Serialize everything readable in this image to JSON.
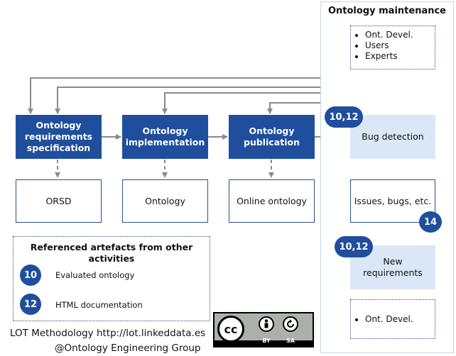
{
  "maintenance": {
    "title": "Ontology maintenance",
    "roles_top": [
      "Ont. Devel.",
      "Users",
      "Experts"
    ],
    "roles_bottom": [
      "Ont. Devel."
    ]
  },
  "activities": [
    {
      "label": "Ontology requirements specification"
    },
    {
      "label": "Ontology implementation"
    },
    {
      "label": "Ontology publication"
    }
  ],
  "artefacts": [
    "ORSD",
    "Ontology",
    "Online ontology"
  ],
  "maintenance_steps": {
    "bug_detection": "Bug detection",
    "issues": "Issues, bugs, etc.",
    "new_requirements": "New requirements"
  },
  "badges": {
    "bug_detection": "10,12",
    "new_requirements": "10,12",
    "issues": "14"
  },
  "references": {
    "title": "Referenced artefacts from other activities",
    "items": [
      {
        "number": "10",
        "label": "Evaluated ontology"
      },
      {
        "number": "12",
        "label": "HTML documentation"
      }
    ]
  },
  "footer": {
    "line1": "LOT Methodology http://lot.linkeddata.es",
    "line2": "@Ontology Engineering Group"
  },
  "license": {
    "cc": "cc",
    "by": "BY",
    "sa": "SA"
  },
  "colors": {
    "activity": "#1f4e9d",
    "maintenance_step": "#dae7f6",
    "arrow": "#8a8a8a"
  }
}
